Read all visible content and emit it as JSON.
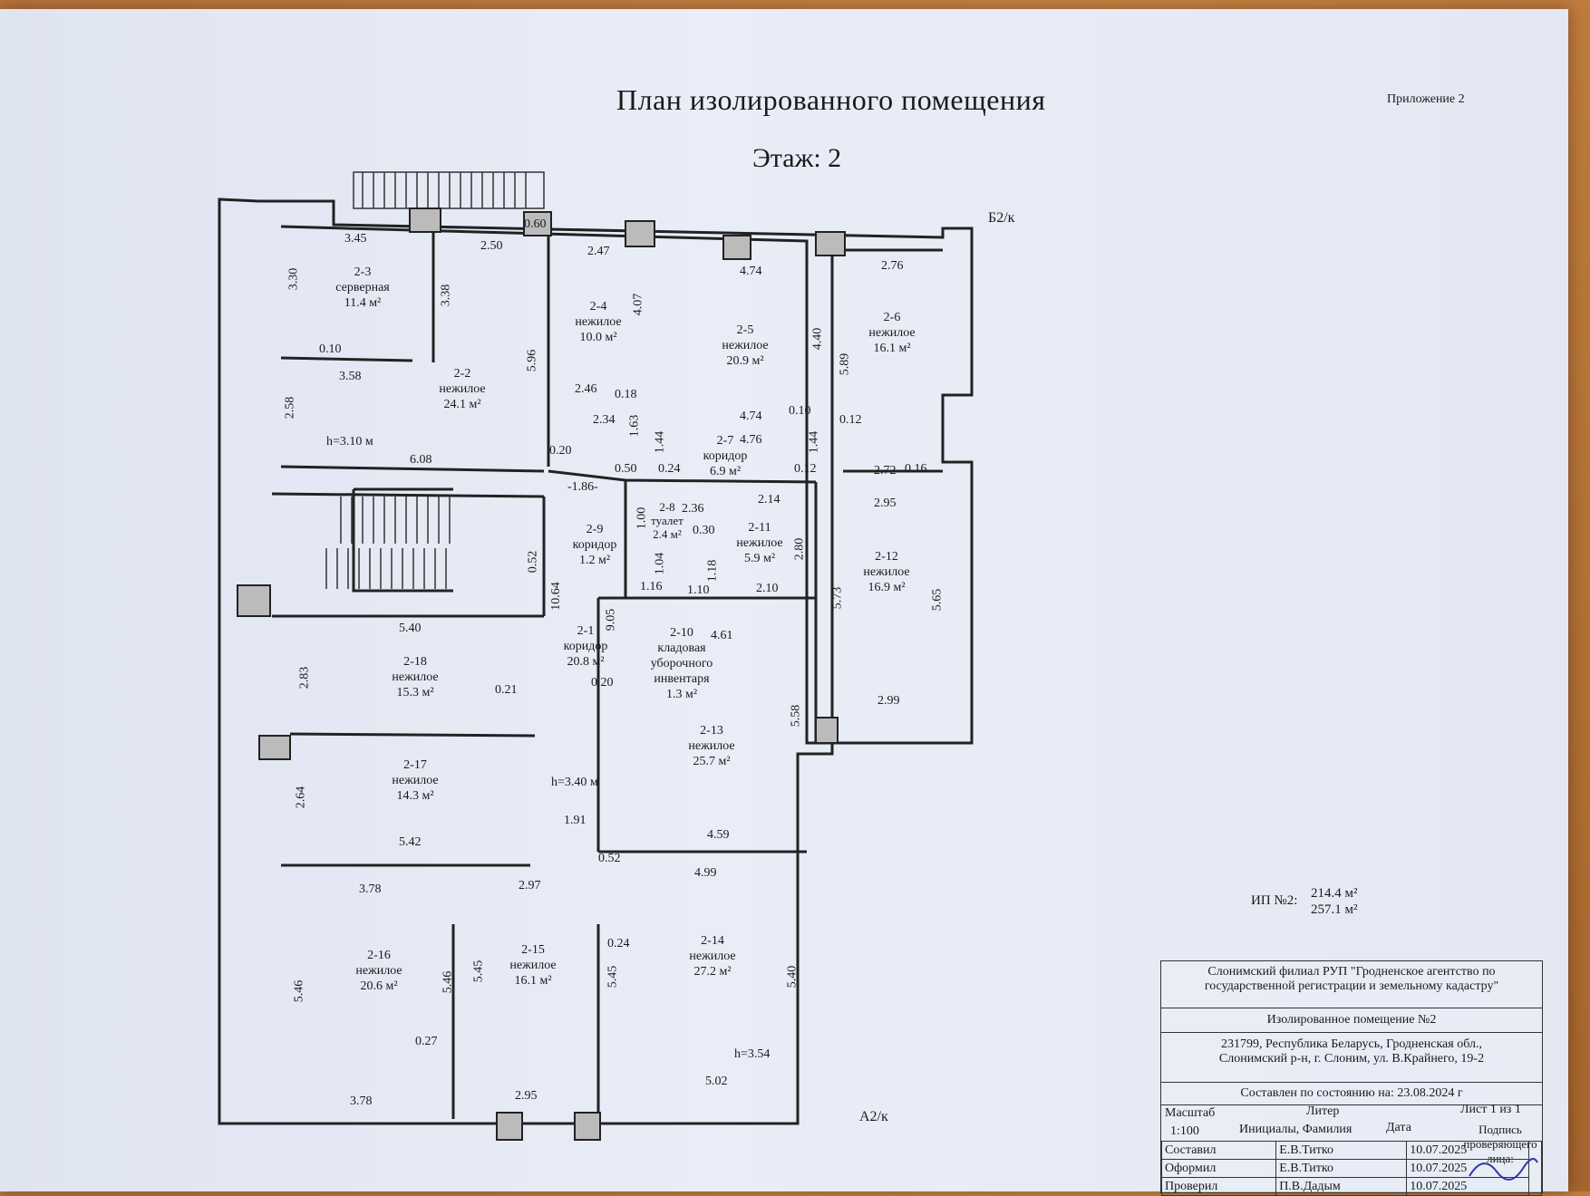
{
  "header": {
    "title": "План изолированного помещения",
    "floor": "Этаж:  2",
    "appendix": "Приложение 2"
  },
  "axes": {
    "b": "Б2/к",
    "a": "А2/к"
  },
  "rooms": [
    {
      "id": "2-3",
      "name": "серверная",
      "area": "11.4 м²"
    },
    {
      "id": "2-2",
      "name": "нежилое",
      "area": "24.1 м²"
    },
    {
      "id": "2-4",
      "name": "нежилое",
      "area": "10.0 м²"
    },
    {
      "id": "2-5",
      "name": "нежилое",
      "area": "20.9 м²"
    },
    {
      "id": "2-6",
      "name": "нежилое",
      "area": "16.1 м²"
    },
    {
      "id": "2-7",
      "name": "коридор",
      "area": "6.9 м²"
    },
    {
      "id": "2-8",
      "name": "туалет",
      "area": "2.4 м²"
    },
    {
      "id": "2-9",
      "name": "коридор",
      "area": "1.2 м²"
    },
    {
      "id": "2-11",
      "name": "нежилое",
      "area": "5.9 м²"
    },
    {
      "id": "2-12",
      "name": "нежилое",
      "area": "16.9 м²"
    },
    {
      "id": "2-1",
      "name": "коридор",
      "area": "20.8 м²"
    },
    {
      "id": "2-10",
      "name": "кладовая уборочного инвентаря",
      "area": "1.3 м²"
    },
    {
      "id": "2-18",
      "name": "нежилое",
      "area": "15.3 м²"
    },
    {
      "id": "2-17",
      "name": "нежилое",
      "area": "14.3 м²"
    },
    {
      "id": "2-13",
      "name": "нежилое",
      "area": "25.7 м²"
    },
    {
      "id": "2-16",
      "name": "нежилое",
      "area": "20.6 м²"
    },
    {
      "id": "2-15",
      "name": "нежилое",
      "area": "16.1 м²"
    },
    {
      "id": "2-14",
      "name": "нежилое",
      "area": "27.2 м²"
    }
  ],
  "dims": [
    "3.45",
    "2.50",
    "0.60",
    "2.47",
    "4.74",
    "2.76",
    "3.30",
    "3.38",
    "4.07",
    "4.40",
    "5.89",
    "0.10",
    "3.58",
    "5.96",
    "2.46",
    "0.18",
    "2.34",
    "1.63",
    "4.74",
    "0.10",
    "0.12",
    "2.58",
    "h=3.10 м",
    "0.20",
    "1.44",
    "4.76",
    "1.44",
    "6.08",
    "0.50",
    "0.24",
    "0.12",
    "2.72",
    "0.16",
    "-1.86-",
    "2.36",
    "2.14",
    "2.95",
    "1.00",
    "0.30",
    "2.80",
    "0.52",
    "1.04",
    "1.18",
    "1.16",
    "1.10",
    "2.10",
    "10.64",
    "9.05",
    "4.61",
    "5.73",
    "5.65",
    "5.40",
    "2.83",
    "0.21",
    "0.20",
    "5.58",
    "2.99",
    "2.64",
    "h=3.40 м",
    "1.91",
    "5.42",
    "4.59",
    "0.52",
    "3.78",
    "2.97",
    "4.99",
    "5.46",
    "5.46",
    "5.45",
    "0.24",
    "5.45",
    "5.40",
    "0.27",
    "h=3.54",
    "3.78",
    "2.95",
    "5.02"
  ],
  "totals": {
    "label": "ИП №2:",
    "living": "214.4 м²",
    "total": "257.1 м²"
  },
  "stamp": {
    "org": "Слонимский филиал РУП \"Гродненское агентство по государственной регистрации и земельному кадастру\"",
    "object": "Изолированное помещение №2",
    "address": "231799, Республика Беларусь, Гродненская обл., Слонимский р-н, г. Слоним, ул. В.Крайнего, 19-2",
    "date": "Составлен по состоянию на: 23.08.2024 г",
    "h_scale": "Масштаб",
    "h_liter": "Литер",
    "h_sheet": "Лист 1 из 1",
    "scale": "1:100",
    "h_initials": "Инициалы, Фамилия",
    "h_date": "Дата",
    "h_sign": "Подпись проверяющего лица:",
    "rows": [
      {
        "role": "Составил",
        "name": "Е.В.Титко",
        "date": "10.07.2025"
      },
      {
        "role": "Оформил",
        "name": "Е.В.Титко",
        "date": "10.07.2025"
      },
      {
        "role": "Проверил",
        "name": "П.В.Дадым",
        "date": "10.07.2025"
      }
    ]
  }
}
